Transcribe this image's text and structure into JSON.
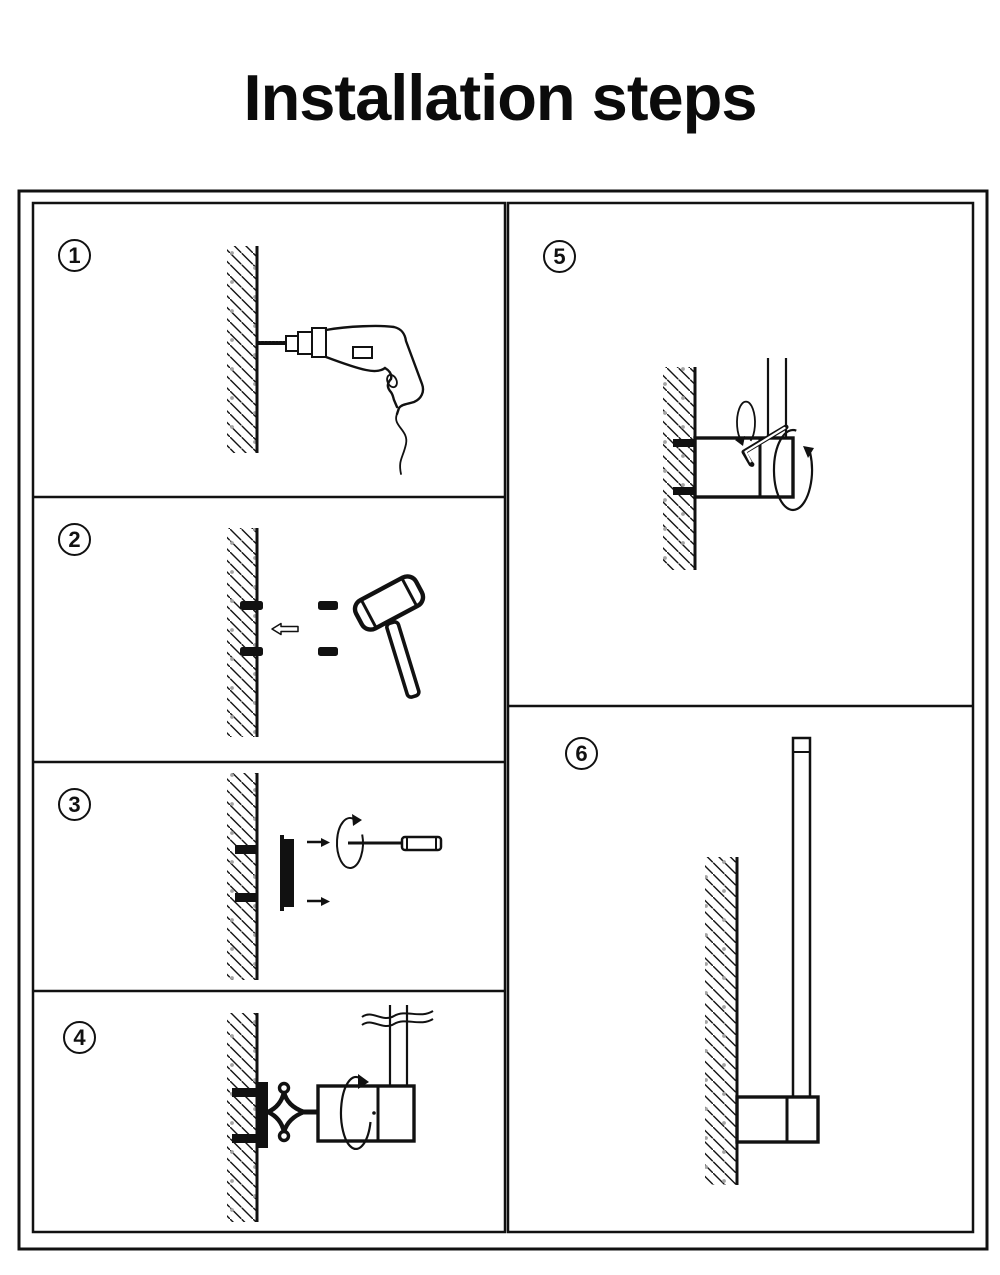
{
  "title": "Installation steps",
  "ink_color": "#111111",
  "speck_color": "#a3a3a3",
  "steps": [
    {
      "number": "1",
      "icon": "drill-icon"
    },
    {
      "number": "2",
      "icon": "mallet-icon"
    },
    {
      "number": "3",
      "icon": "screwdriver-icon"
    },
    {
      "number": "4",
      "icon": "swivel-bracket-icon"
    },
    {
      "number": "5",
      "icon": "hex-key-icon"
    },
    {
      "number": "6",
      "icon": "installed-fixture-icon"
    }
  ]
}
